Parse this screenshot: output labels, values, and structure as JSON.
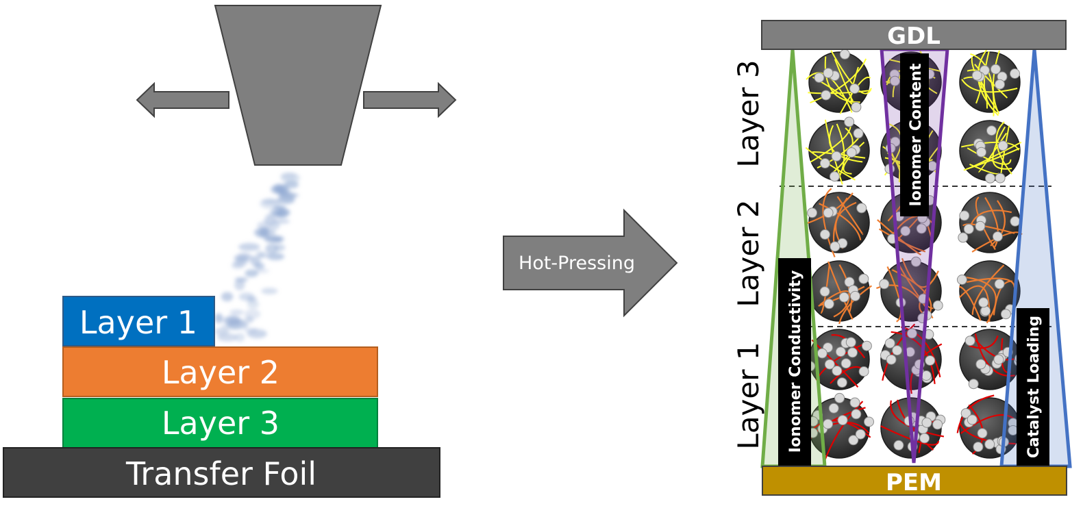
{
  "left_panel": {
    "layers": [
      {
        "label": "Layer 1",
        "color": "#0070C0"
      },
      {
        "label": "Layer 2",
        "color": "#ED7D31"
      },
      {
        "label": "Layer 3",
        "color": "#00B050"
      }
    ],
    "foil": {
      "label": "Transfer Foil",
      "color": "#404040"
    },
    "nozzle_color": "#7F7F7F",
    "spray_color": "#8FA8D2"
  },
  "process_arrow": {
    "label": "Hot-Pressing",
    "color": "#7F7F7F"
  },
  "right_panel": {
    "top_plate": {
      "label": "GDL",
      "color": "#7F7F7F"
    },
    "bottom_plate": {
      "label": "PEM",
      "color": "#BF9000"
    },
    "layer_labels": [
      "Layer 3",
      "Layer 2",
      "Layer 1"
    ],
    "gradients": [
      {
        "label": "Ionomer Conductivity",
        "color": "#70AD47"
      },
      {
        "label": "Ionomer Content",
        "color": "#7030A0"
      },
      {
        "label": "Catalyst Loading",
        "color": "#4472C4"
      }
    ],
    "ionomer_colors": [
      "#FFFF33",
      "#ED7D31",
      "#E00000"
    ]
  }
}
